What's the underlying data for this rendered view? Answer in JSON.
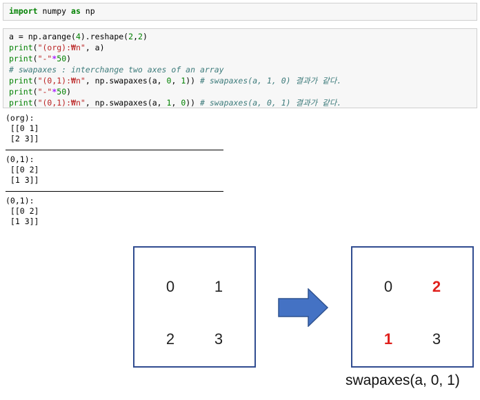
{
  "cell1": {
    "import_kw": "import",
    "module": " numpy ",
    "as_kw": "as",
    "alias": " np"
  },
  "cell2": {
    "line1_a": "a = np.arange(",
    "line1_n1": "4",
    "line1_b": ").reshape(",
    "line1_n2": "2",
    "line1_c": ",",
    "line1_n3": "2",
    "line1_d": ")",
    "line2_fn": "print",
    "line2_a": "(",
    "line2_str": "\"(org):₩n\"",
    "line2_b": ", a)",
    "line3_fn": "print",
    "line3_a": "(",
    "line3_str": "\"-\"",
    "line3_op": "*",
    "line3_num": "50",
    "line3_b": ")",
    "line4_cmt": "# swapaxes : interchange two axes of an array",
    "line5_fn": "print",
    "line5_a": "(",
    "line5_str": "\"(0,1):₩n\"",
    "line5_b": ", np.swapaxes(a, ",
    "line5_n1": "0",
    "line5_c": ", ",
    "line5_n2": "1",
    "line5_d": ")) ",
    "line5_cmt": "# swapaxes(a, 1, 0) 결과가 같다.",
    "line6_fn": "print",
    "line6_a": "(",
    "line6_str": "\"-\"",
    "line6_op": "*",
    "line6_num": "50",
    "line6_b": ")",
    "line7_fn": "print",
    "line7_a": "(",
    "line7_str": "\"(0,1):₩n\"",
    "line7_b": ", np.swapaxes(a, ",
    "line7_n1": "1",
    "line7_c": ", ",
    "line7_n2": "0",
    "line7_d": ")) ",
    "line7_cmt": "# swapaxes(a, 0, 1) 결과가 같다."
  },
  "output": {
    "block1_title": "(org):",
    "block1_row1": " [[0 1]",
    "block1_row2": " [2 3]]",
    "block2_title": "(0,1):",
    "block2_row1": " [[0 2]",
    "block2_row2": " [1 3]]",
    "block3_title": "(0,1):",
    "block3_row1": " [[0 2]",
    "block3_row2": " [1 3]]"
  },
  "diagram": {
    "left": [
      "0",
      "1",
      "2",
      "3"
    ],
    "right": [
      "0",
      "2",
      "1",
      "3"
    ],
    "caption": "swapaxes(a, 0, 1)",
    "box_color": "#2f4b8f",
    "arrow_color": "#4472c4",
    "highlight_color": "#e0201c"
  }
}
